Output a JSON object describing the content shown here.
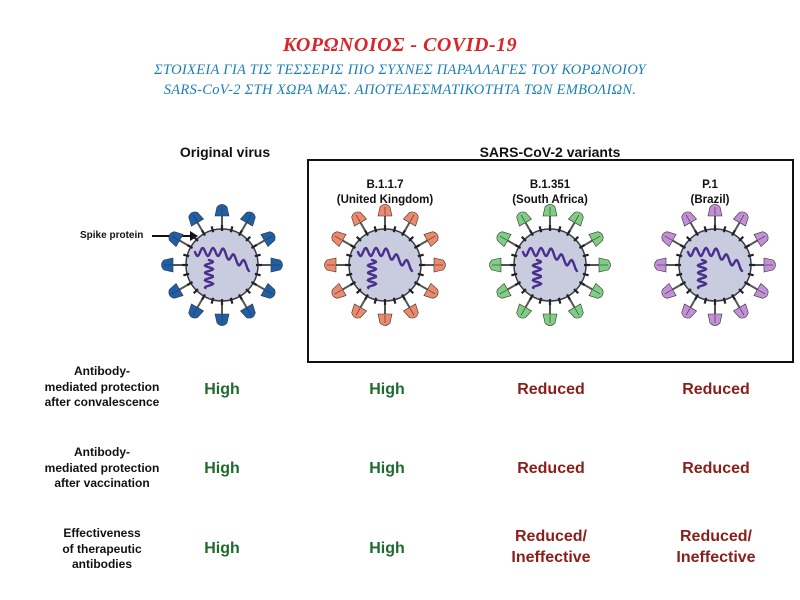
{
  "title": "ΚΟΡΩΝΟΙΟΣ - COVID-19",
  "subtitle_line1": "ΣΤΟΙΧΕΙΑ ΓΙΑ ΤΙΣ ΤΕΣΣΕΡΙΣ ΠΙΟ ΣΥΧΝΕΣ ΠΑΡΑΛΛΑΓΕΣ ΤΟΥ ΚΟΡΩΝΟΙΟΥ",
  "subtitle_line2": "SARS-CoV-2 ΣΤΗ ΧΩΡΑ ΜΑΣ. ΑΠΟΤΕΛΕΣΜΑΤΙΚΟΤΗΤΑ  ΤΩΝ ΕΜΒΟΛΙΩΝ.",
  "original_header": "Original virus",
  "variants_header": "SARS-CoV-2 variants",
  "spike_label": "Spike protein",
  "viruses": [
    {
      "name": "",
      "region": "",
      "color": "#1f5fa8"
    },
    {
      "name": "B.1.1.7",
      "region": "(United Kingdom)",
      "color": "#ee8a6c"
    },
    {
      "name": "B.1.351",
      "region": "(South Africa)",
      "color": "#7fce82"
    },
    {
      "name": "P.1",
      "region": "(Brazil)",
      "color": "#c38fd6"
    }
  ],
  "colors": {
    "body": "#c9ccdf",
    "rna": "#4a2f8f",
    "high": "#1f6a2f",
    "reduced": "#8a1f1a",
    "title": "#d9252a",
    "subtitle": "#1a7fb6"
  },
  "rows": [
    {
      "label_lines": [
        "Antibody-",
        "mediated protection",
        "after convalescence"
      ],
      "values": [
        [
          "High"
        ],
        [
          "High"
        ],
        [
          "Reduced"
        ],
        [
          "Reduced"
        ]
      ]
    },
    {
      "label_lines": [
        "Antibody-",
        "mediated protection",
        "after vaccination"
      ],
      "values": [
        [
          "High"
        ],
        [
          "High"
        ],
        [
          "Reduced"
        ],
        [
          "Reduced"
        ]
      ]
    },
    {
      "label_lines": [
        "Effectiveness",
        "of therapeutic",
        "antibodies"
      ],
      "values": [
        [
          "High"
        ],
        [
          "High"
        ],
        [
          "Reduced/",
          "Ineffective"
        ],
        [
          "Reduced/",
          "Ineffective"
        ]
      ]
    }
  ]
}
